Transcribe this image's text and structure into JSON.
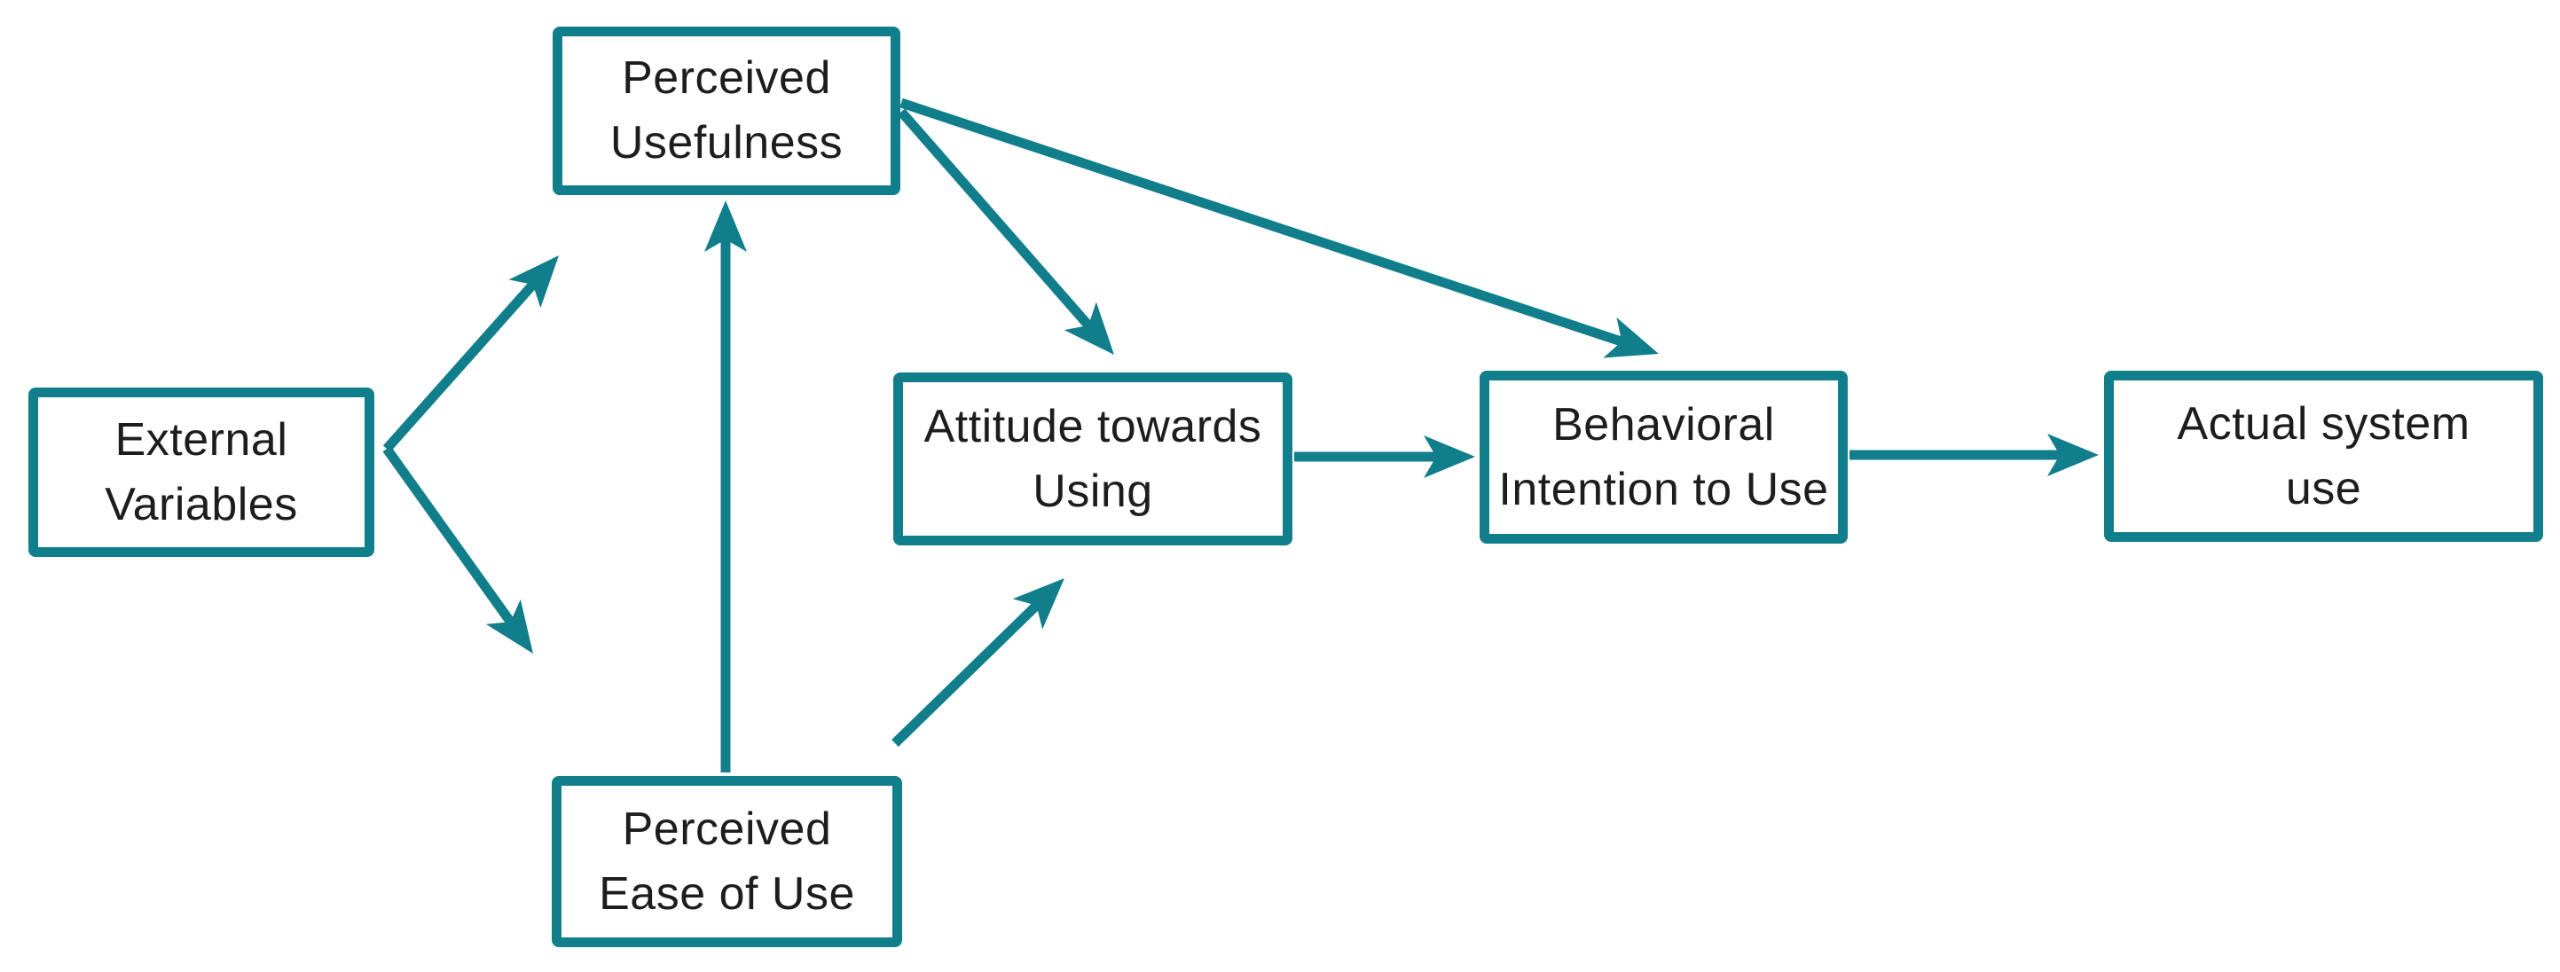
{
  "page": {
    "background_color": "#ffffff"
  },
  "diagram": {
    "type": "flowchart",
    "accent_color": "#117E8C",
    "text_color": "#1d1d1d",
    "box_fill_color": "#ffffff",
    "nodes": [
      {
        "id": "external-variables",
        "label": "External\nVariables"
      },
      {
        "id": "perceived-usefulness",
        "label": "Perceived\nUsefulness"
      },
      {
        "id": "perceived-ease-of-use",
        "label": "Perceived\nEase of Use"
      },
      {
        "id": "attitude-towards-using",
        "label": "Attitude towards\nUsing"
      },
      {
        "id": "behavioral-intention",
        "label": "Behavioral\nIntention to Use"
      },
      {
        "id": "actual-system-use",
        "label": "Actual system\nuse"
      }
    ],
    "edges": [
      {
        "from": "external-variables",
        "to": "perceived-usefulness"
      },
      {
        "from": "external-variables",
        "to": "perceived-ease-of-use"
      },
      {
        "from": "perceived-ease-of-use",
        "to": "perceived-usefulness"
      },
      {
        "from": "perceived-ease-of-use",
        "to": "attitude-towards-using"
      },
      {
        "from": "perceived-usefulness",
        "to": "attitude-towards-using"
      },
      {
        "from": "perceived-usefulness",
        "to": "behavioral-intention"
      },
      {
        "from": "attitude-towards-using",
        "to": "behavioral-intention"
      },
      {
        "from": "behavioral-intention",
        "to": "actual-system-use"
      }
    ]
  }
}
